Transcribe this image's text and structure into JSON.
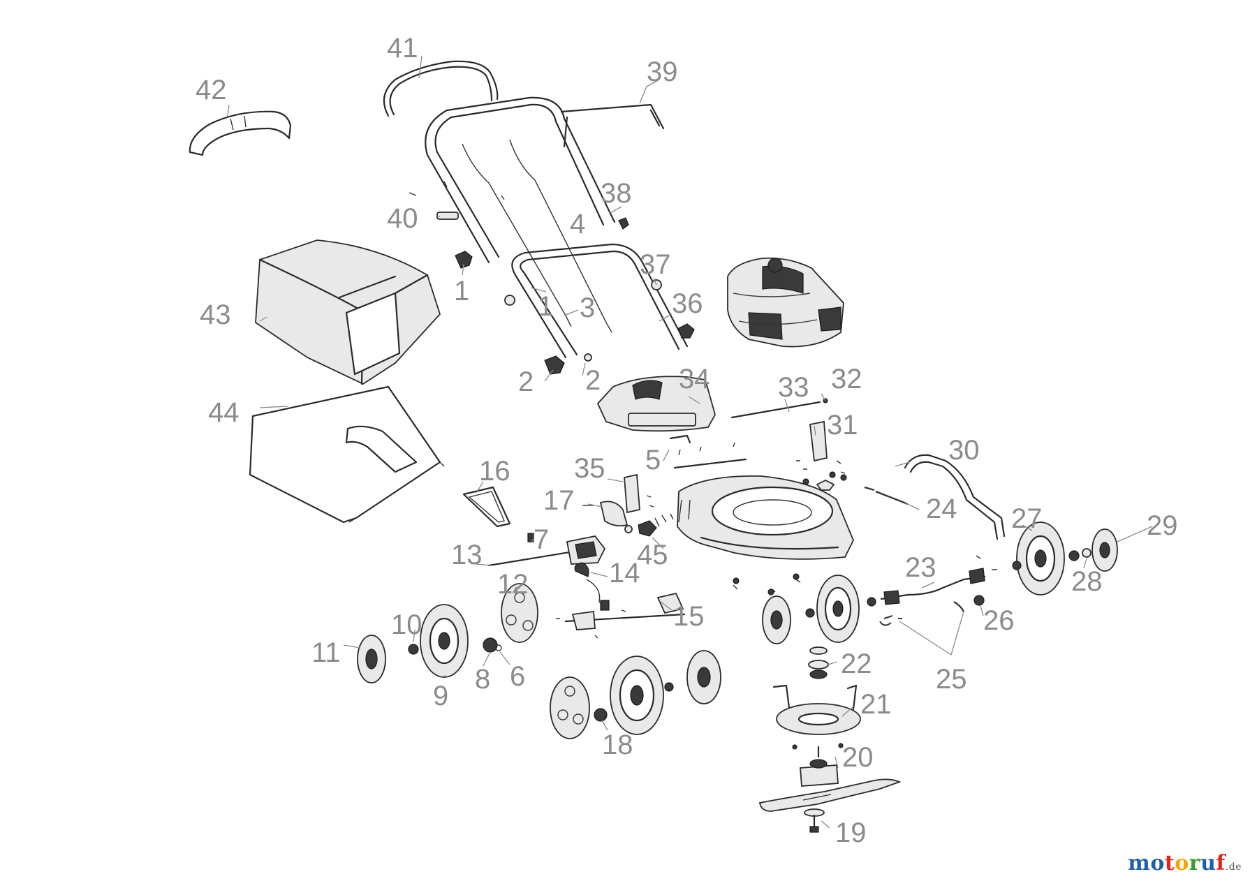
{
  "labels": [
    "1",
    "1",
    "2",
    "2",
    "3",
    "4",
    "5",
    "6",
    "7",
    "8",
    "9",
    "10",
    "11",
    "12",
    "13",
    "14",
    "15",
    "16",
    "17",
    "18",
    "19",
    "20",
    "21",
    "22",
    "23",
    "24",
    "25",
    "26",
    "27",
    "28",
    "29",
    "30",
    "31",
    "32",
    "33",
    "34",
    "35",
    "36",
    "37",
    "38",
    "39",
    "40",
    "41",
    "42",
    "43",
    "44",
    "45"
  ],
  "watermark": {
    "text": "motoruf",
    "suffix": ".de",
    "colors": [
      "#1f5fa8",
      "#1f5fa8",
      "#e2231a",
      "#f6a500",
      "#3a9b35",
      "#1f5fa8",
      "#e2231a"
    ]
  }
}
